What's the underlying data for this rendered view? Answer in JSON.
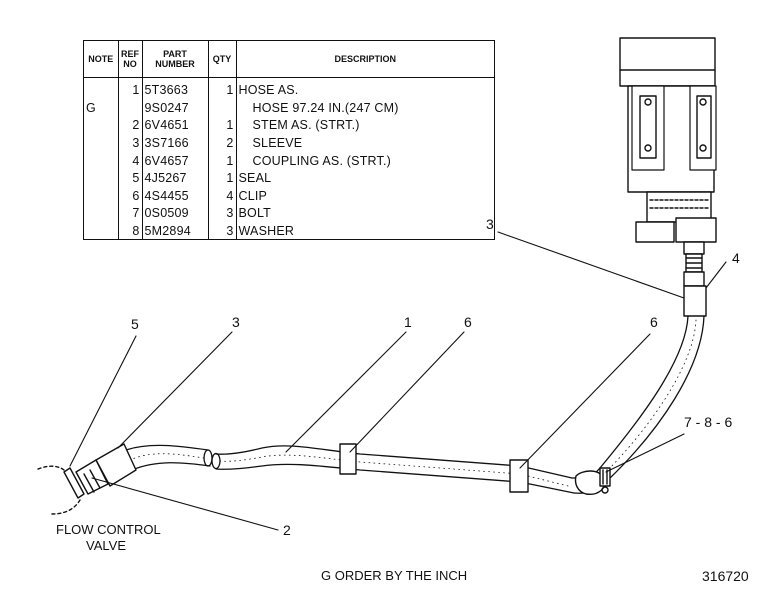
{
  "table": {
    "headers": {
      "note": "NOTE",
      "ref_no": "REF NO",
      "part_number": "PART NUMBER",
      "qty": "QTY",
      "description": "DESCRIPTION"
    },
    "rows": [
      {
        "note": "",
        "ref": "1",
        "part": "5T3663",
        "qty": "1",
        "desc": "HOSE  AS.",
        "indent": false
      },
      {
        "note": "G",
        "ref": "",
        "part": "9S0247",
        "qty": "",
        "desc": "HOSE  97.24  IN.(247  CM)",
        "indent": true
      },
      {
        "note": "",
        "ref": "2",
        "part": "6V4651",
        "qty": "1",
        "desc": "STEM  AS.  (STRT.)",
        "indent": true
      },
      {
        "note": "",
        "ref": "3",
        "part": "3S7166",
        "qty": "2",
        "desc": "SLEEVE",
        "indent": true
      },
      {
        "note": "",
        "ref": "4",
        "part": "6V4657",
        "qty": "1",
        "desc": "COUPLING  AS.  (STRT.)",
        "indent": true
      },
      {
        "note": "",
        "ref": "5",
        "part": "4J5267",
        "qty": "1",
        "desc": "SEAL",
        "indent": false
      },
      {
        "note": "",
        "ref": "6",
        "part": "4S4455",
        "qty": "4",
        "desc": "CLIP",
        "indent": false
      },
      {
        "note": "",
        "ref": "7",
        "part": "0S0509",
        "qty": "3",
        "desc": "BOLT",
        "indent": false
      },
      {
        "note": "",
        "ref": "8",
        "part": "5M2894",
        "qty": "3",
        "desc": "WASHER",
        "indent": false
      }
    ]
  },
  "callouts": {
    "c5": "5",
    "c3_left": "3",
    "c1": "1",
    "c6_mid": "6",
    "c6_right": "6",
    "c3_right": "3",
    "c4": "4",
    "c786": "7 - 8 - 6",
    "c2": "2"
  },
  "labels": {
    "flow_control_line1": "FLOW  CONTROL",
    "flow_control_line2": "VALVE",
    "footnote": "G    ORDER  BY  THE  INCH",
    "figure_number": "316720"
  }
}
